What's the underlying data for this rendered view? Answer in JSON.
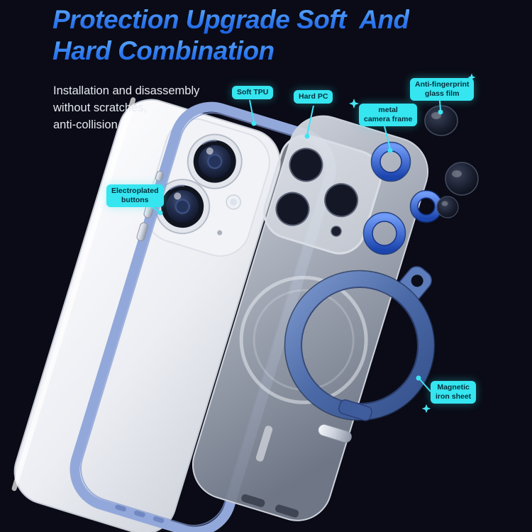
{
  "title": {
    "line1": "Protection Upgrade Soft  And",
    "line2": "Hard Combination"
  },
  "description": {
    "line1": "Installation and disassembly",
    "line2": "without scratches,",
    "line3": "anti-collision"
  },
  "callouts": {
    "soft_tpu": {
      "label": "Soft TPU"
    },
    "hard_pc": {
      "label": "Hard PC"
    },
    "metal_camera_frame": {
      "line1": "metal",
      "line2": "camera frame"
    },
    "anti_fingerprint": {
      "line1": "Anti-fingerprint",
      "line2": "glass film"
    },
    "electroplated_buttons": {
      "line1": "Electroplated",
      "line2": "buttons"
    },
    "magnetic_iron_sheet": {
      "line1": "Magnetic",
      "line2": "iron sheet"
    }
  },
  "icons": {
    "sparkle": "✦"
  },
  "colors": {
    "background": "#0a0b16",
    "badge": "#35e5f0",
    "badge_text": "#05303c",
    "callout_line": "#3fe4f2",
    "title_gradient_top": "#6ab4ff",
    "title_gradient_bottom": "#1c5cdd",
    "tpu_frame_blue": "#93a8da",
    "ring_holder_blue": "#4a69a6",
    "camera_ring_blue": "#2f63d8",
    "phone_white": "#eceef3"
  }
}
